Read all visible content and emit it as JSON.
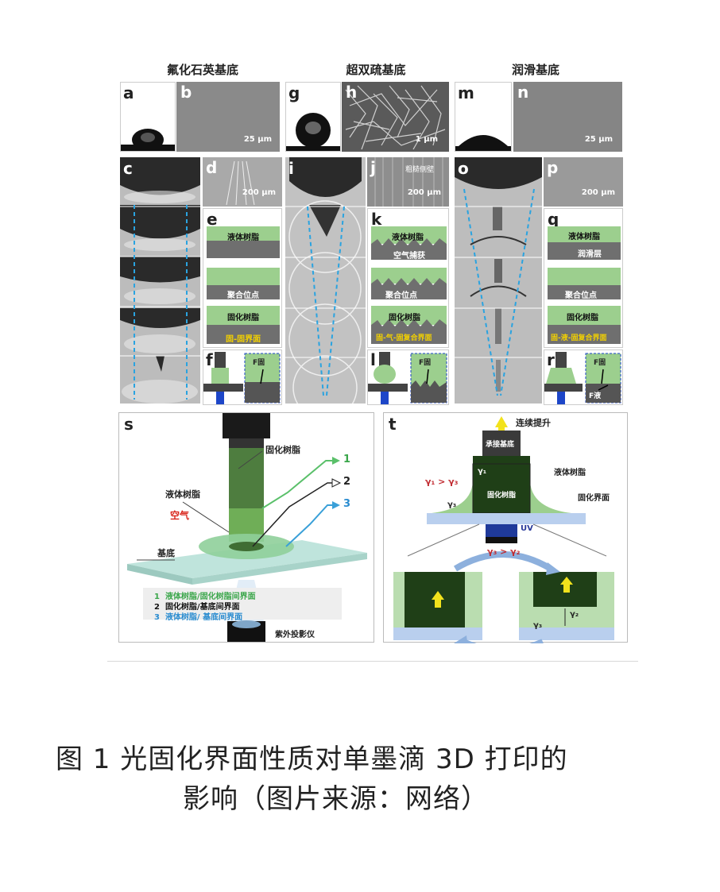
{
  "columns": {
    "col1": "氟化石英基底",
    "col2": "超双疏基底",
    "col3": "润滑基底"
  },
  "panels": {
    "a": "a",
    "b": "b",
    "c": "c",
    "d": "d",
    "e": "e",
    "f": "f",
    "g": "g",
    "h": "h",
    "i": "i",
    "j": "j",
    "k": "k",
    "l": "l",
    "m": "m",
    "n": "n",
    "o": "o",
    "p": "p",
    "q": "q",
    "r": "r",
    "s": "s",
    "t": "t"
  },
  "scales": {
    "b": "25 μm",
    "d": "200 μm",
    "h": "1 μm",
    "j": "200 μm",
    "n": "25 μm",
    "p": "200 μm"
  },
  "panel_j_label": "粗糙侧壁",
  "panel_e": {
    "liquid": "液体树脂",
    "site": "聚合位点",
    "cured": "固化树脂",
    "iface": "固-固界面"
  },
  "panel_k": {
    "liquid": "液体树脂",
    "air": "空气捕获",
    "site": "聚合位点",
    "cured": "固化树脂",
    "iface": "固-气-固复合界面"
  },
  "panel_q": {
    "liquid": "液体树脂",
    "lube": "润滑层",
    "site": "聚合位点",
    "cured": "固化树脂",
    "iface": "固-液-固复合界面"
  },
  "force_f": "F固",
  "force_l": "F固",
  "force_r1": "F固",
  "force_r2": "F液",
  "panel_s": {
    "cured": "固化树脂",
    "liquid": "液体树脂",
    "air": "空气",
    "substrate": "基底",
    "n1": "1",
    "n2": "2",
    "n3": "3",
    "legend1_num": "1",
    "legend1": "液体树脂/固化树脂间界面",
    "legend2_num": "2",
    "legend2": "固化树脂/基底间界面",
    "legend3_num": "3",
    "legend3": "液体树脂/ 基底间界面",
    "projector": "紫外投影仪"
  },
  "panel_t": {
    "lift": "连续提升",
    "holder": "承接基底",
    "ineq1": "γ₁ > γ₃",
    "g1": "γ₁",
    "g3": "γ₃",
    "liquid": "液体树脂",
    "cured": "固化树脂",
    "iface": "固化界面",
    "uv": "UV",
    "ineq2": "γ₃ > γ₂",
    "g2b": "γ₂",
    "g3b": "γ₃"
  },
  "caption": {
    "line1": "图 1   光固化界面性质对单墨滴 3D 打印的",
    "line2": "影响（图片来源：网络）"
  },
  "colors": {
    "resin_green": "#9ccf8e",
    "cured_dark": "#1f3f17",
    "dashed_blue": "#2aa3e0",
    "substrate_blue": "#b9cfee"
  }
}
